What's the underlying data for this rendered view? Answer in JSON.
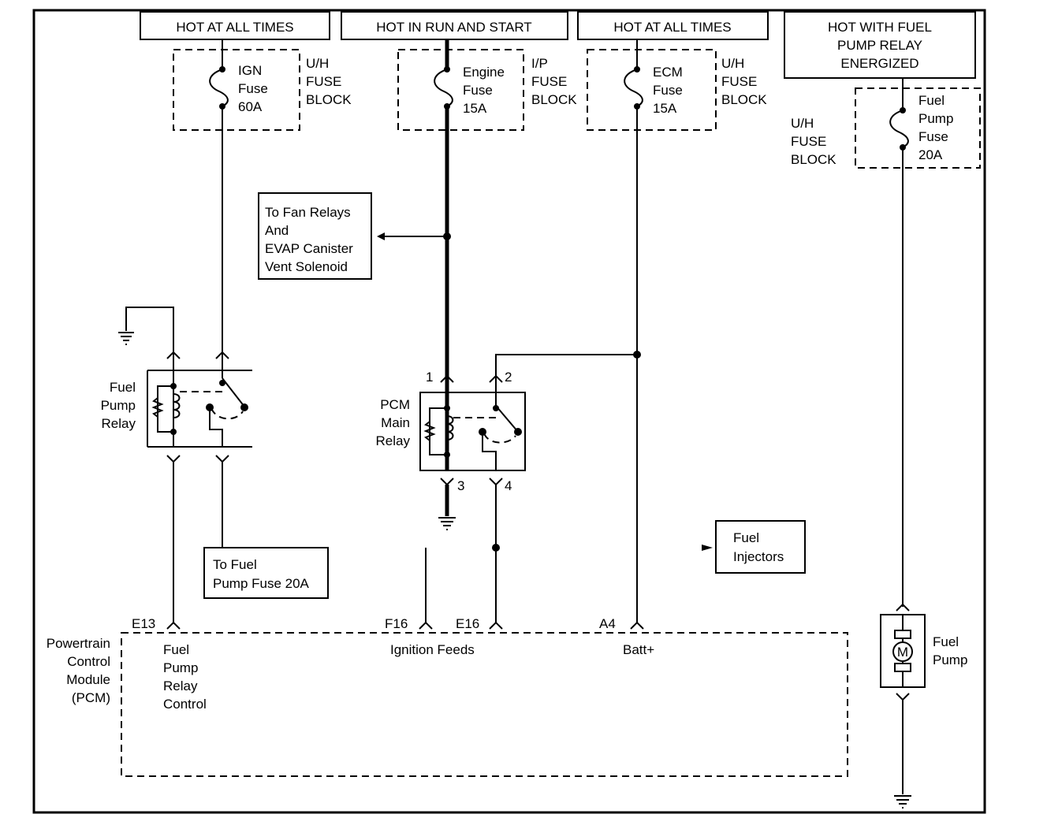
{
  "headers": [
    "HOT AT ALL TIMES",
    "HOT IN RUN AND START",
    "HOT AT ALL TIMES",
    [
      "HOT WITH FUEL",
      "PUMP RELAY",
      "ENERGIZED"
    ]
  ],
  "fuses": [
    {
      "lines": [
        "IGN",
        "Fuse",
        "60A"
      ],
      "block": [
        "U/H",
        "FUSE",
        "BLOCK"
      ]
    },
    {
      "lines": [
        "Engine",
        "Fuse",
        "15A"
      ],
      "block": [
        "I/P",
        "FUSE",
        "BLOCK"
      ]
    },
    {
      "lines": [
        "ECM",
        "Fuse",
        "15A"
      ],
      "block": [
        "U/H",
        "FUSE",
        "BLOCK"
      ]
    },
    {
      "lines": [
        "Fuel",
        "Pump",
        "Fuse",
        "20A"
      ],
      "block": [
        "U/H",
        "FUSE",
        "BLOCK"
      ]
    }
  ],
  "fan_relays_note": [
    "To Fan Relays",
    "And",
    "EVAP Canister",
    "Vent Solenoid"
  ],
  "fuel_pump_relay": [
    "Fuel",
    "Pump",
    "Relay"
  ],
  "pcm_main_relay": {
    "label": [
      "PCM",
      "Main",
      "Relay"
    ],
    "pins": [
      "1",
      "2",
      "3",
      "4"
    ]
  },
  "to_fuel_pump_fuse": [
    "To Fuel",
    "Pump Fuse 20A"
  ],
  "fuel_injectors": [
    "Fuel",
    "Injectors"
  ],
  "fuel_pump": [
    "Fuel",
    "Pump"
  ],
  "motor_symbol": "M",
  "pcm": {
    "label": [
      "Powertrain",
      "Control",
      "Module",
      "(PCM)"
    ],
    "pins": [
      "E13",
      "F16",
      "E16",
      "A4"
    ],
    "fuel_pump_relay_control": [
      "Fuel",
      "Pump",
      "Relay",
      "Control"
    ],
    "ignition_feeds": "Ignition Feeds",
    "batt": "Batt+"
  }
}
